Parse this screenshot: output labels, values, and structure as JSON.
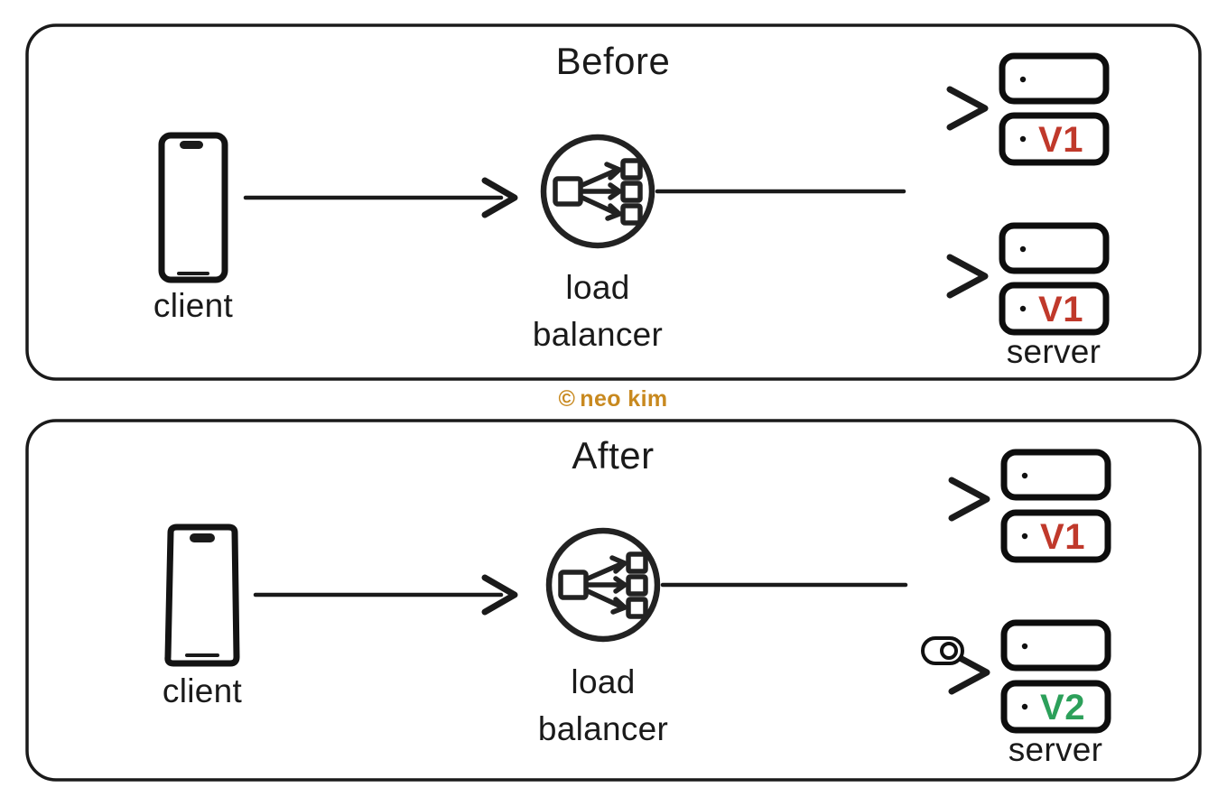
{
  "page": {
    "title": "Blue Green Deployment Diagram",
    "background_color": "#ffffff",
    "ink_color": "#1a1a1a"
  },
  "credit": {
    "symbol": "©",
    "text": "neo kim",
    "color": "#c8891f"
  },
  "colors": {
    "v1_red": "#c0392b",
    "v2_green": "#2ca05a",
    "ink": "#1a1a1a",
    "credit_gold": "#c8891f"
  },
  "panels": [
    {
      "id": "before",
      "title": "Before",
      "client": {
        "label": "client",
        "icon": "phone-icon"
      },
      "load_balancer": {
        "label_line1": "load",
        "label_line2": "balancer",
        "icon": "load-balancer-icon"
      },
      "servers": {
        "group_label": "server",
        "items": [
          {
            "id": "top",
            "version": "V1",
            "version_color": "#c0392b"
          },
          {
            "id": "bottom",
            "version": "V1",
            "version_color": "#c0392b"
          }
        ]
      },
      "toggle": null
    },
    {
      "id": "after",
      "title": "After",
      "client": {
        "label": "client",
        "icon": "phone-icon"
      },
      "load_balancer": {
        "label_line1": "load",
        "label_line2": "balancer",
        "icon": "load-balancer-icon"
      },
      "servers": {
        "group_label": "server",
        "items": [
          {
            "id": "top",
            "version": "V1",
            "version_color": "#c0392b"
          },
          {
            "id": "bottom",
            "version": "V2",
            "version_color": "#2ca05a"
          }
        ]
      },
      "toggle": {
        "icon": "toggle-switch-icon",
        "state": "on"
      }
    }
  ]
}
